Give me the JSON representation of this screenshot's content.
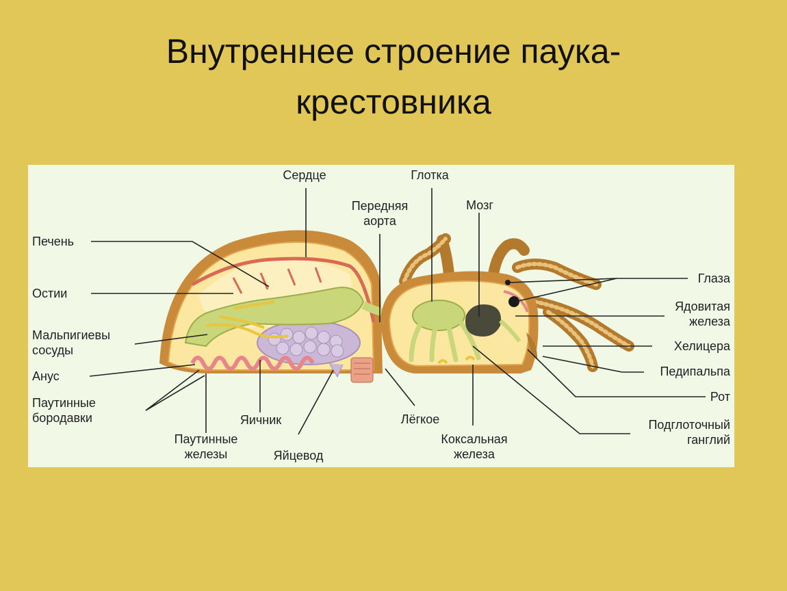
{
  "slide": {
    "title_line1": "Внутреннее строение паука-",
    "title_line2": "крестовника"
  },
  "labels": {
    "heart": "Сердце",
    "pharynx": "Глотка",
    "anterior_aorta_1": "Передняя",
    "anterior_aorta_2": "аорта",
    "brain": "Мозг",
    "liver": "Печень",
    "ostia": "Остии",
    "malpighian_1": "Мальпигиевы",
    "malpighian_2": "сосуды",
    "anus": "Анус",
    "spinnerets_1": "Паутинные",
    "spinnerets_2": "бородавки",
    "silk_glands_1": "Паутинные",
    "silk_glands_2": "железы",
    "ovary": "Яичник",
    "oviduct": "Яйцевод",
    "lung": "Лёгкое",
    "coxal_gland_1": "Коксальная",
    "coxal_gland_2": "железа",
    "eyes": "Глаза",
    "venom_gland_1": "Ядовитая",
    "venom_gland_2": "железа",
    "chelicera": "Хелицера",
    "pedipalp": "Педипальпа",
    "mouth": "Рот",
    "subpharyngeal_1": "Подглоточный",
    "subpharyngeal_2": "ганглий"
  },
  "colors": {
    "background": "#e0c758",
    "panel": "#f1f8e6",
    "body_fill": "#fbe7a0",
    "shell": "#c98b3a",
    "gut": "#c9d67a",
    "ovary": "#cbb8d6",
    "vessel": "#d86a55"
  }
}
